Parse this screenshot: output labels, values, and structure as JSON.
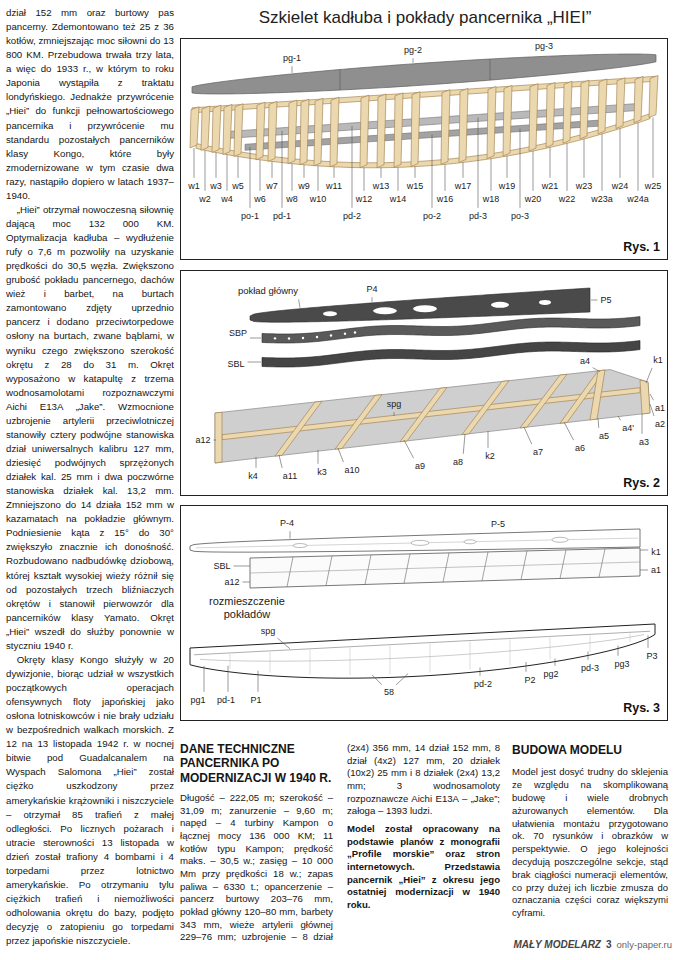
{
  "diagram": {
    "title": "Szkielet kadłuba i pokłady pancernika „HIEI”",
    "nodes": [
      {
        "text": [
          "Rys. 1"
        ]
      },
      {
        "text": [
          "Rys. 2"
        ]
      },
      {
        "text": [
          "Rys. 3"
        ]
      }
    ],
    "labels": [
      "dział 152 mm oraz burtowy pas pancerny. Zdemontowano też 25 z 36 kotłów, zmniejszając moc siłowni do 13 800 KM. Przebudowa trwała trzy lata, a więc do 1933 r., w którym to roku Japonia wystąpiła z traktatu londyńskiego. Jednakże przywrócenie „Hiei” do funkcji pełnowartościowego pancernika i przywrócenie mu standardu pozostałych pancerników klasy Kongo, które były zmodernizowane w tym czasie dwa razy, nastąpiło dopiero w latach 1937–1940.",
      "„Hiei” otrzymał nowoczesną siłownię dającą moc 132 000 KM. Optymalizacja kadłuba – wydłużenie rufy o 7,6 m pozwoliły na uzyskanie prędkości do 30,5 węzła. Zwiększono grubość pokładu pancernego, dachów wież i barbet, na burtach zamontowano zdjęty uprzednio pancerz i dodano przeciwtorpedowe osłony na burtach, zwane bąblami, w wyniku czego zwiększono szerokość okrętu z 28 do 31 m. Okręt wyposażono w katapultę z trzema wodnosamolotami rozpoznawczymi Aichi E13A „Jake”. Wzmocnione uzbrojenie artylerii przeciwlotniczej stanowiły cztery podwójne stanowiska dział uniwersalnych kalibru 127 mm, dziesięć podwójnych sprzężonych działek kal. 25 mm i dwa poczwórne stanowiska działek kal. 13,2 mm. Zmniejszono do 14 działa 152 mm w kazamatach na pokładzie głównym. Podniesienie kąta z 15° do 30° zwiększyło znacznie ich donośność. Rozbudowano nadbudówkę dziobową, której kształt wysokiej wieży różnił się od pozostałych trzech bliźniaczych okrętów i stanowił pierwowzór dla pancerników klasy Yamato. Okręt „Hiei” wszedł do służby ponownie w styczniu 1940 r.",
      "Okręty klasy Kongo służyły w 20 dywizjonie, biorąc udział w wszystkich początkowych operacjach ofensywnych floty japońskiej jako osłona lotniskowców i nie brały udziału w bezpośrednich walkach morskich. Z 12 na 13 listopada 1942 r. w nocnej bitwie pod Guadalcanalem na Wyspach Salomona „Hiei” został ciężko uszkodzony przez amerykańskie krążowniki i niszczyciele – otrzymał 85 trafień z małej odległości. Po licznych pożarach i utracie sterowności 13 listopada w dzień został trafiony 4 bombami i 4 torpedami przez lotnictwo amerykańskie. Po otrzymaniu tylu ciężkich trafień i niemożliwości odholowania okrętu do bazy, podjęto decyzję o zatopieniu go torpedami przez japońskie niszczyciele.",
      "DANE TECHNICZNE PANCERNIKA PO MODERNIZACJI W 1940 R.",
      "Długość – 222,05 m; szerokość – 31,09 m; zanurzenie – 9,60 m; napęd – 4 turbiny Kampon o łącznej mocy 136 000 KM; 11 kotłów typu Kampon; prędkość maks. – 30,5 w.; zasięg – 10 000 Mm przy prędkości 18 w.; zapas paliwa – 6330 t.; opancerzenie – pancerz burtowy 203–76 mm, pokład główny 120–80 mm, barbety 343 mm, wieże artylerii głównej 229–76 mm; uzbrojenie – 8 dział (2x4) 356 mm, 14 dział 152 mm, 8 dział (4x2) 127 mm, 20 działek (10x2) 25 mm i 8 działek (2x4) 13,2 mm; 3 wodnosamoloty rozpoznawcze Aichi E13A – „Jake”; załoga – 1393 ludzi.",
      "Model został opracowany na podstawie planów z monografii „Profile morskie” oraz stron internetowych. Przedstawia pancernik „Hiei” z okresu jego ostatniej modernizacji w 1940 roku.",
      "BUDOWA MODELU",
      "Model jest dosyć trudny do sklejenia ze względu na skomplikowaną budowę i wiele drobnych ażurowanych elementów. Dla ułatwienia montażu przygotowano ok. 70 rysunków i obrazków w perspektywie. O jego kolejności decydują poszczególne sekcje, stąd brak ciągłości numeracji elementów, co przy dużej ich liczbie zmusza do oznaczania części coraz większymi cyframi.",
      "MAŁY MODELARZ",
      "3",
      "only-paper.ru",
      "pg-1",
      "pg-2",
      "pg-3",
      "w1",
      "w2",
      "w3",
      "w4",
      "w5",
      "w6",
      "w7",
      "w8",
      "w9",
      "w10",
      "w11",
      "w12",
      "w13",
      "w14",
      "w15",
      "w16",
      "w17",
      "w18",
      "w19",
      "w20",
      "w21",
      "w22",
      "w23",
      "w23a",
      "w24",
      "w24a",
      "w25",
      "po-1",
      "pd-1",
      "pd-2",
      "po-2",
      "pd-3",
      "po-3",
      "pokład główny",
      "P4",
      "P5",
      "SBP",
      "SBL",
      "spg",
      "k1",
      "a4",
      "a1",
      "a2",
      "a3",
      "a4'",
      "a5",
      "a6",
      "a7",
      "a8",
      "k2",
      "a9",
      "a10",
      "k3",
      "a11",
      "k4",
      "a12",
      "P-4",
      "P-5",
      "SBL",
      "k1",
      "a12",
      "a1",
      "rozmieszczenie pokładów",
      "spg",
      "pg1",
      "pd-1",
      "P1",
      "58",
      "pd-2",
      "P2",
      "pg2",
      "pd-3",
      "pg3",
      "P3"
    ]
  }
}
